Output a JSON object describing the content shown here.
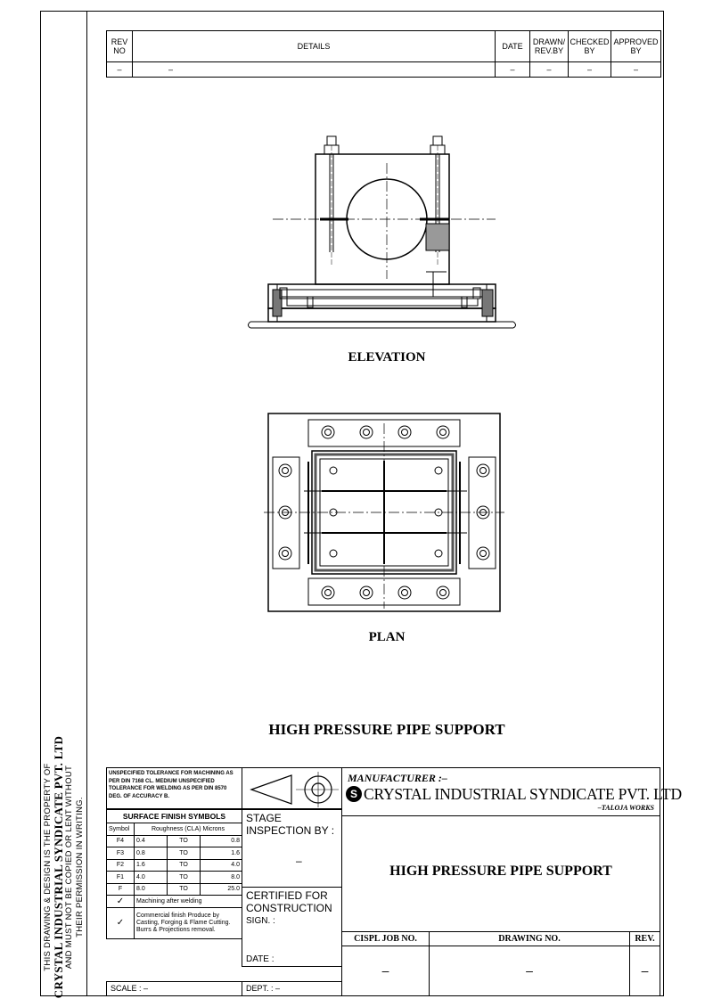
{
  "side_note": {
    "line1": "THIS DRAWING & DESIGN IS THE PROPERTY OF",
    "line2": "CRYSTAL INDUSTRIAL SYNDICATE PVT. LTD",
    "line3": "AND MUST NOT BE COPIED OR LENT WITHOUT",
    "line4": "THEIR PERMISSION IN WRITING."
  },
  "revision_table": {
    "headers": {
      "rev_no": "REV NO",
      "details": "DETAILS",
      "date": "DATE",
      "drawn": "DRAWN/ REV.BY",
      "checked": "CHECKED BY",
      "approved": "APPROVED BY"
    },
    "row": {
      "rev_no": "–",
      "details": "–",
      "date": "–",
      "drawn": "–",
      "checked": "–",
      "approved": "–"
    }
  },
  "views": {
    "elevation": "ELEVATION",
    "plan": "PLAN"
  },
  "drawing_title": "HIGH PRESSURE PIPE SUPPORT",
  "title_block": {
    "tolerance_note": "UNSPECIFIED TOLERANCE FOR MACHINING AS PER DIN 7168 CL. MEDIUM UNSPECIFIED TOLERANCE FOR WELDING AS PER DIN 8570 DEG. OF ACCURACY B.",
    "surface_finish": {
      "title": "SURFACE FINISH SYMBOLS",
      "headers": [
        "Symbol",
        "Roughness (CLA) Microns"
      ],
      "rows": [
        {
          "sym": "F4",
          "from": "0.4",
          "to": "TO",
          "val": "0.8"
        },
        {
          "sym": "F3",
          "from": "0.8",
          "to": "TO",
          "val": "1.6"
        },
        {
          "sym": "F2",
          "from": "1.6",
          "to": "TO",
          "val": "4.0"
        },
        {
          "sym": "F1",
          "from": "4.0",
          "to": "TO",
          "val": "8.0"
        },
        {
          "sym": "F",
          "from": "8.0",
          "to": "TO",
          "val": "25.0"
        }
      ],
      "machining": "Machining after welding",
      "commercial": "Commercial finish Produce by Casting, Forging & Flame Cutting. Burrs & Projections removal."
    },
    "stage_inspection": "STAGE INSPECTION BY :",
    "stage_value": "–",
    "certified": "CERTIFIED FOR CONSTRUCTION",
    "sign": "SIGN. :",
    "date": "DATE :",
    "scale": "SCALE : –",
    "dept": "DEPT. : –",
    "manufacturer_label": "MANUFACTURER :–",
    "company": "CRYSTAL INDUSTRIAL SYNDICATE PVT. LTD",
    "works": "–TALOJA WORKS",
    "job_no_label": "CISPL JOB NO.",
    "drawing_no_label": "DRAWING NO.",
    "rev_label": "REV.",
    "job_no": "–",
    "drawing_no": "–",
    "rev": "–"
  }
}
